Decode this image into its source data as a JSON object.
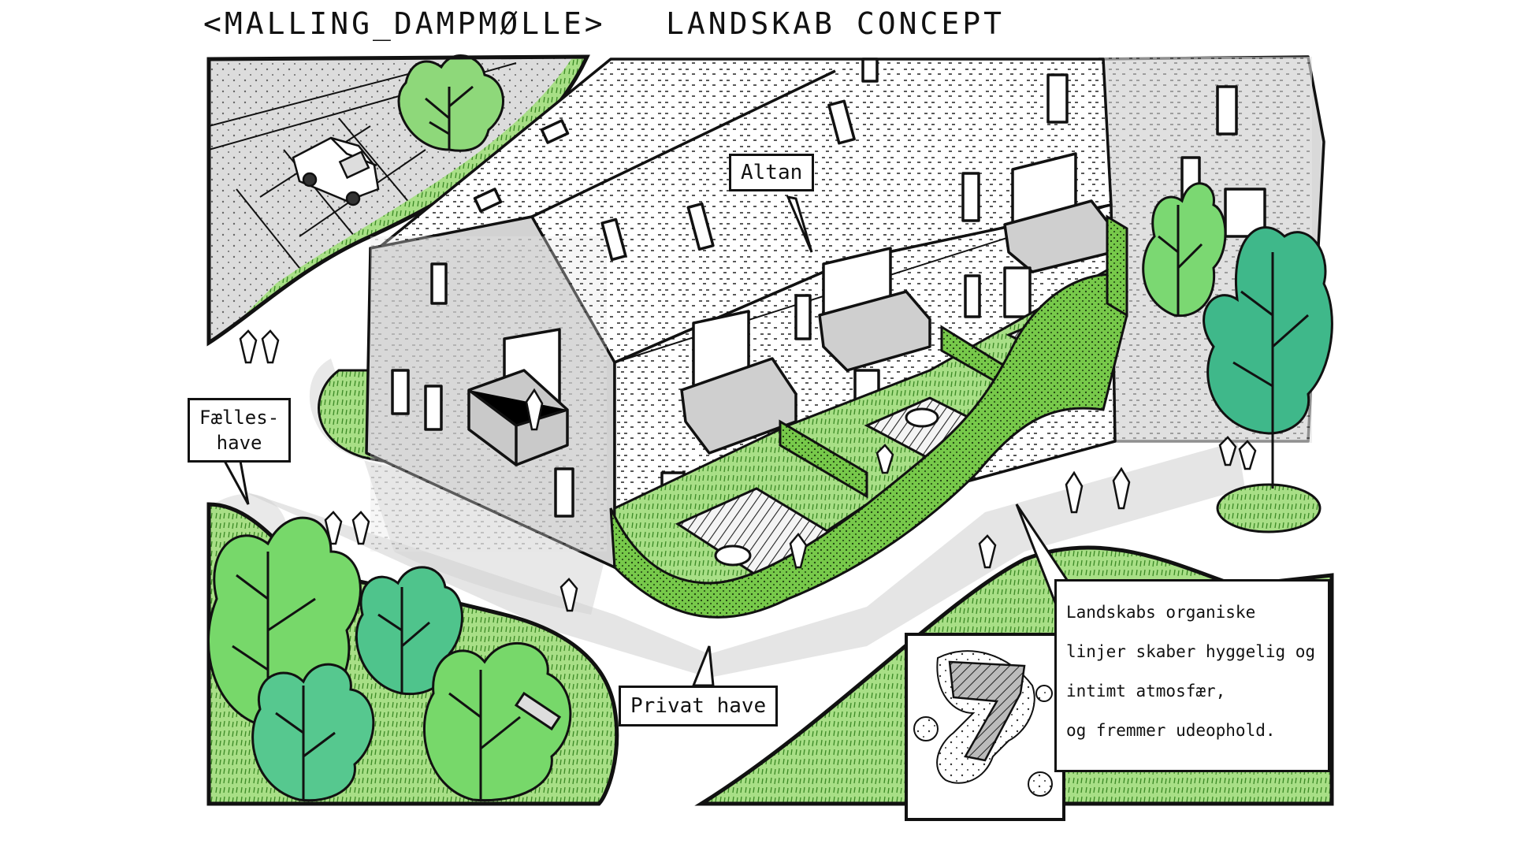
{
  "header": {
    "project": "<MALLING_DAMPMØLLE>",
    "concept": "LANDSKAB CONCEPT"
  },
  "labels": {
    "altan": "Altan",
    "faelles_line1": "Fælles-",
    "faelles_line2": "have",
    "privat": "Privat have"
  },
  "note": {
    "line1": "Landskabs organiske",
    "line2": "linjer skaber hyggelig og",
    "line3": "intimt atmosfær,",
    "line4": "og fremmer udeophold."
  },
  "colors": {
    "ink": "#111111",
    "wall": "#d4d4d4",
    "wall_shade": "#bdbdbd",
    "roof": "#ffffff",
    "grass_light": "#a6dd84",
    "grass": "#8ad067",
    "hedge": "#6cc23f",
    "tree_light": "#6fd36a",
    "tree_teal": "#3fb88a",
    "shadow": "#cfcfcf"
  }
}
